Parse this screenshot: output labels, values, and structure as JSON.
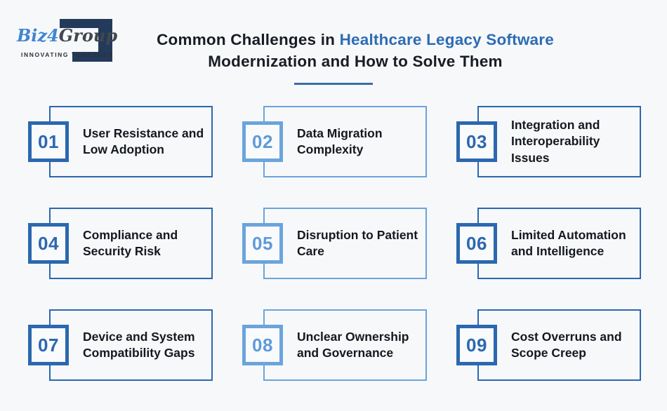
{
  "logo": {
    "brand_part1": "Biz",
    "brand_part2": "4",
    "brand_part3": "Group",
    "tagline": "INNOVATING TOGETHER"
  },
  "header": {
    "title_prefix": "Common Challenges in ",
    "title_highlight": "Healthcare Legacy Software",
    "title_line2": "Modernization and How to Solve Them"
  },
  "colors": {
    "accent_dark": "#2b68af",
    "accent_light": "#6ba4dc",
    "accent_light_text": "#5f9bd8",
    "title_highlight": "#2d6cb4",
    "underline": "#3a6ca8",
    "logo_navy": "#233a5a",
    "logo_blue": "#3f86d2",
    "logo_gray": "#42474e"
  },
  "cards": [
    {
      "number": "01",
      "label": "User Resistance and Low Adoption",
      "theme": "dark"
    },
    {
      "number": "02",
      "label": "Data Migration Complexity",
      "theme": "light"
    },
    {
      "number": "03",
      "label": "Integration and Interoperability Issues",
      "theme": "dark"
    },
    {
      "number": "04",
      "label": "Compliance and Security Risk",
      "theme": "dark"
    },
    {
      "number": "05",
      "label": "Disruption to Patient Care",
      "theme": "light"
    },
    {
      "number": "06",
      "label": "Limited Automation and Intelligence",
      "theme": "dark"
    },
    {
      "number": "07",
      "label": "Device and System Compatibility Gaps",
      "theme": "dark"
    },
    {
      "number": "08",
      "label": "Unclear Ownership and Governance",
      "theme": "light"
    },
    {
      "number": "09",
      "label": "Cost Overruns and Scope Creep",
      "theme": "dark"
    }
  ]
}
